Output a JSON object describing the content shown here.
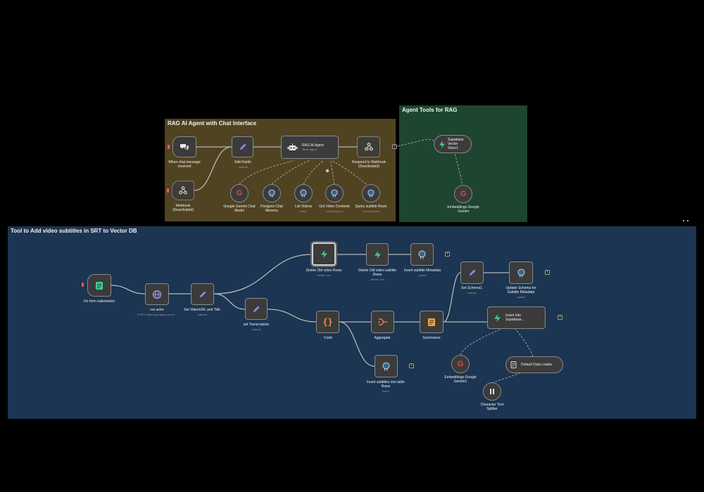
{
  "groups": {
    "rag_agent": {
      "title": "RAG AI Agent with Chat Interface",
      "color": "#4f4321"
    },
    "agent_tools": {
      "title": "Agent Tools for RAG",
      "color": "#1d4530"
    },
    "video_tool": {
      "title": "Tool to Add video subtitles in SRT to Vector DB",
      "color": "#1b3552"
    }
  },
  "nodes": {
    "chat_trigger": {
      "label": "When chat message\nreceived",
      "icon": "chat-bubbles-icon"
    },
    "webhook": {
      "label": "Webhook\n(Deactivated)",
      "icon": "webhook-icon"
    },
    "edit_fields": {
      "label": "Edit Fields",
      "sub": "manual",
      "icon": "pencil-icon"
    },
    "rag_agent": {
      "label": "RAG AI Agent",
      "sub": "Tools Agent",
      "icon": "robot-icon"
    },
    "respond_webhook": {
      "label": "Respond to Webhook\n(Deactivated)",
      "icon": "webhook-icon"
    },
    "gemini_chat": {
      "label": "Google Gemini Chat\nModel",
      "icon": "google-icon"
    },
    "postgres_memory": {
      "label": "Postgres Chat\nMemory",
      "icon": "postgres-icon"
    },
    "list_videos": {
      "label": "List Videos",
      "sub": "select",
      "icon": "postgres-icon"
    },
    "get_video_contents": {
      "label": "Get Video Contents",
      "sub": "executeQuery",
      "icon": "postgres-icon"
    },
    "query_subtitle": {
      "label": "Query subtitle Rows",
      "sub": "executeQuery",
      "icon": "postgres-icon"
    },
    "supabase_vector": {
      "label": "Supabase Vector\nStore1",
      "icon": "supabase-icon"
    },
    "embeddings_gemini": {
      "label": "Embeddings Google\nGemini",
      "icon": "google-icon"
    },
    "form_submission": {
      "label": "On form submission",
      "icon": "form-icon"
    },
    "run_actor": {
      "label": "run actor",
      "sub": "POST: https://api.apify.com/v2...",
      "icon": "globe-icon"
    },
    "set_videourl": {
      "label": "Set VideoURL and Title",
      "sub": "manual",
      "icon": "pencil-icon"
    },
    "set_transcription": {
      "label": "set Transcription",
      "sub": "manual",
      "icon": "pencil-icon"
    },
    "delete_old_rows": {
      "label": "Delete Old video Rows",
      "sub": "delete: row",
      "icon": "supabase-icon"
    },
    "delete_old_subtitle": {
      "label": "Delete Old video subtitle\nRows",
      "sub": "delete: row",
      "icon": "supabase-icon"
    },
    "insert_metadata": {
      "label": "Insert subtitle Metadata",
      "sub": "upsert",
      "icon": "postgres-icon"
    },
    "code": {
      "label": "Code",
      "icon": "code-braces-icon"
    },
    "aggregate": {
      "label": "Aggregate",
      "icon": "aggregate-icon"
    },
    "summarize": {
      "label": "Summarize",
      "icon": "summarize-icon"
    },
    "set_schema": {
      "label": "Set Schema1",
      "sub": "manual",
      "icon": "pencil-icon"
    },
    "update_schema": {
      "label": "Update Schema for\nSubtitle Metadata",
      "sub": "upsert",
      "icon": "postgres-icon"
    },
    "insert_supabase": {
      "label": "Insert into\nSupabase...",
      "icon": "supabase-icon"
    },
    "embeddings_gemini1": {
      "label": "Embeddings Google\nGemini1",
      "icon": "google-icon"
    },
    "default_loader": {
      "label": "Default Data Loader",
      "icon": "document-icon"
    },
    "char_splitter": {
      "label": "Character Text\nSplitter",
      "icon": "splitter-icon"
    },
    "insert_subtitles": {
      "label": "Insert subtitles into table\nRows",
      "sub": "insert",
      "icon": "postgres-icon"
    }
  },
  "colors": {
    "canvas": "#000000",
    "node_fill": "#3b3b3b",
    "wire": "#b8b8b8",
    "trigger": "#ff5c5c",
    "google_red": "#ea4335",
    "google_blue": "#4285f4",
    "google_yellow": "#fbbc05",
    "google_green": "#34a853",
    "supabase": "#3ecf8e",
    "postgres": "#336791",
    "pencil": "#9b7cf2",
    "code_orange": "#ff8a3d"
  }
}
